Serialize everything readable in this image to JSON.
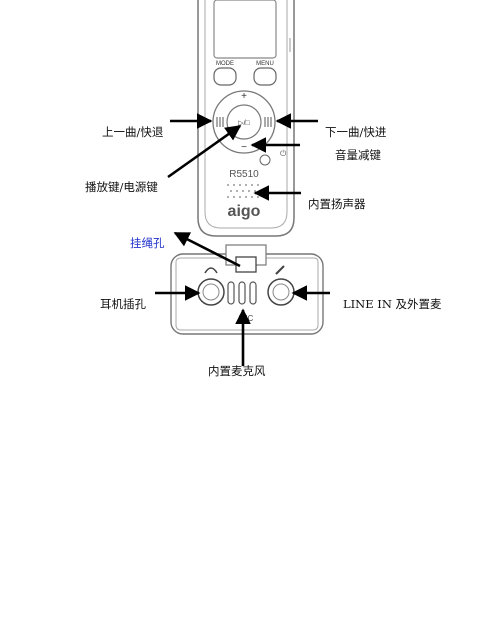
{
  "device": {
    "btn_mode": "MODE",
    "btn_menu": "MENU",
    "model": "R5510",
    "brand": "aigo",
    "mic": "MIC",
    "play_glyph": "▷/□",
    "plus": "+",
    "minus": "−"
  },
  "labels": {
    "prev": "上一曲/快退",
    "next": "下一曲/快进",
    "vol_down": "音量减键",
    "play_power": "播放键/电源键",
    "speaker": "内置扬声器",
    "lanyard": "挂绳孔",
    "earphone": "耳机插孔",
    "line_in": "LINE IN 及外置麦",
    "mic_builtin": "内置麦克风"
  },
  "icons": {
    "headphone": "headphone-icon",
    "mic": "microphone-icon"
  }
}
